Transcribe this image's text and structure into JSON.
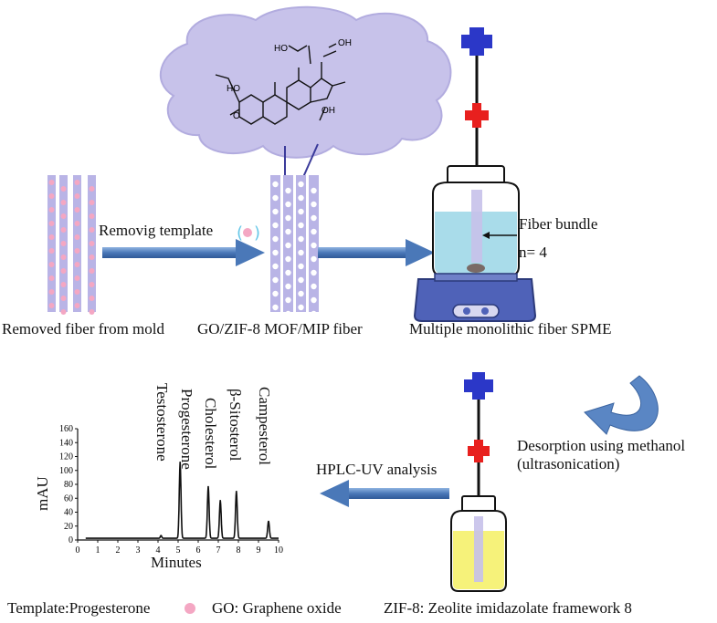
{
  "molecule_groups": [
    "HO",
    "HO",
    "OH",
    "O",
    "OH"
  ],
  "labels": {
    "removing_template": "Removig template",
    "removed_fiber": "Removed fiber from mold",
    "mof_fiber": "GO/ZIF-8 MOF/MIP fiber",
    "spme": "Multiple monolithic fiber SPME",
    "fiber_bundle": "Fiber bundle",
    "n_fibers": "n= 4",
    "hplc": "HPLC-UV analysis",
    "desorption_line1": "Desorption using methanol",
    "desorption_line2": "(ultrasonication)"
  },
  "legend": {
    "template": "Template:Progesterone",
    "go": "GO: Graphene oxide",
    "zif": "ZIF-8: Zeolite imidazolate framework 8"
  },
  "colors": {
    "fiber": "#b9b4e6",
    "template_dot": "#f4a7c3",
    "cloud": "#c7c2ea",
    "arrow": "#4a78b8",
    "cap": "#2b37c8",
    "valve": "#e8201e",
    "solution_blue": "#a9dcea",
    "solution_yellow": "#f6f27a",
    "stirrer": "#4f62b8"
  },
  "chart_data": {
    "type": "line",
    "xlabel": "Minutes",
    "ylabel": "mAU",
    "xlim": [
      0,
      10
    ],
    "ylim": [
      0,
      160
    ],
    "xticks": [
      "0",
      "1",
      "2",
      "3",
      "4",
      "5",
      "6",
      "7",
      "8",
      "9",
      "10"
    ],
    "yticks": [
      "0",
      "20",
      "40",
      "60",
      "80",
      "100",
      "120",
      "140",
      "160"
    ],
    "series": [
      {
        "peaks": [
          {
            "name": "Testosterone",
            "x": 5.1,
            "y": 110
          },
          {
            "name": "Progesterone",
            "x": 6.5,
            "y": 75
          },
          {
            "name": "Cholesterol",
            "x": 7.1,
            "y": 55
          },
          {
            "name": "β-Sitosterol",
            "x": 7.9,
            "y": 68
          },
          {
            "name": "Campesterol",
            "x": 9.5,
            "y": 25
          }
        ]
      }
    ]
  }
}
